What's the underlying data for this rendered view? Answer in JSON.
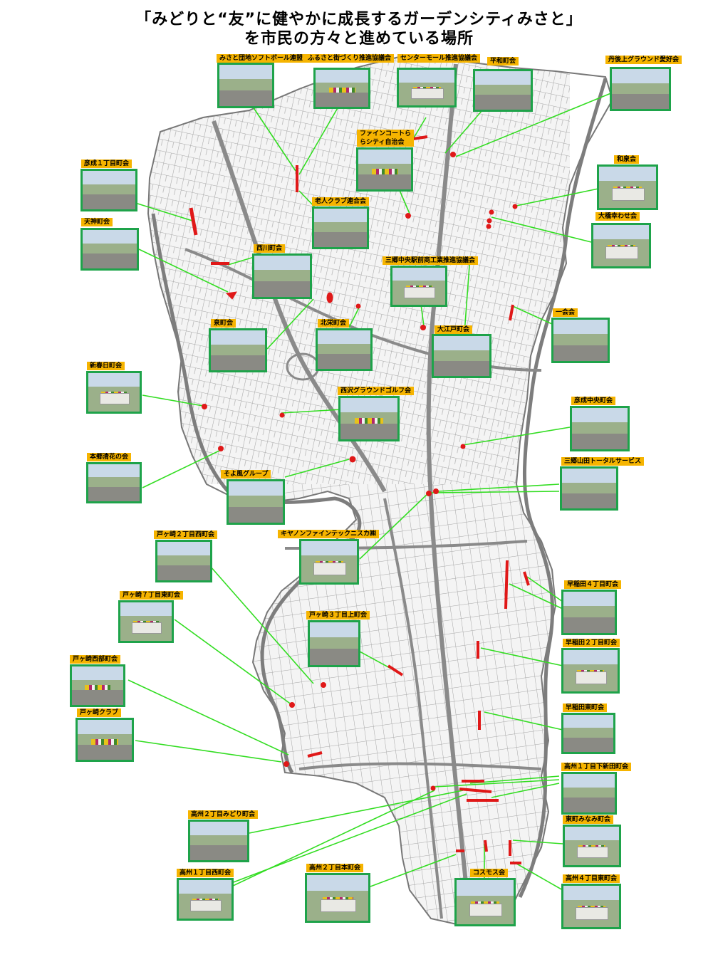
{
  "title": {
    "line1": "「みどりと“友”に健やかに成長するガーデンシティみさと」",
    "line2": "を市民の方々と進めている場所"
  },
  "colors": {
    "label_bg": "#f6b400",
    "photo_border": "#1ea34a",
    "leader_line": "#33dd22",
    "marker": "#e01818",
    "road": "#9a9a9a"
  },
  "sites": [
    {
      "id": "misato-danchi-softball",
      "label": "みさと団地ソフトボール連盟"
    },
    {
      "id": "furusato-machizukuri",
      "label": "ふるさと街づくり推進協議会"
    },
    {
      "id": "center-mall",
      "label": "センターモール推進協議会"
    },
    {
      "id": "heiwa",
      "label": "平和町会"
    },
    {
      "id": "tanbaue-ground",
      "label": "丹後上グラウンド愛好会"
    },
    {
      "id": "fine-court",
      "label": "ファインコートららシティ自治会"
    },
    {
      "id": "nishiaraya-1",
      "label": "彦成１丁目町会"
    },
    {
      "id": "wasei",
      "label": "和泉会"
    },
    {
      "id": "rojin-club",
      "label": "老人クラブ連合会"
    },
    {
      "id": "tenjin",
      "label": "天神町会"
    },
    {
      "id": "nishikawa",
      "label": "西川町会"
    },
    {
      "id": "oohashi-awase",
      "label": "大橋幸わせ会"
    },
    {
      "id": "sango-shougyou",
      "label": "三郷中央駅前商工業推進協議会"
    },
    {
      "id": "ichi",
      "label": "一会会"
    },
    {
      "id": "sen",
      "label": "泉町会"
    },
    {
      "id": "hokuei",
      "label": "北栄町会"
    },
    {
      "id": "ooe",
      "label": "大江戸町会"
    },
    {
      "id": "sinkasuga",
      "label": "新春日町会"
    },
    {
      "id": "nishizawa-golf",
      "label": "西沢グラウンドゴルフ会"
    },
    {
      "id": "hikonari-chuou",
      "label": "彦成中央町会"
    },
    {
      "id": "honmachi-kiyoshi",
      "label": "本郷清花の会"
    },
    {
      "id": "misato-total",
      "label": "三郷山田トータルサービス"
    },
    {
      "id": "soyokaze",
      "label": "そよ風グループ"
    },
    {
      "id": "canon",
      "label": "キヤノンファインテックニスカ㈱"
    },
    {
      "id": "togasaki-2-nishi",
      "label": "戸ヶ崎２丁目西町会"
    },
    {
      "id": "hayashi-4",
      "label": "早稲田４丁目町会"
    },
    {
      "id": "togasaki-7",
      "label": "戸ヶ崎７丁目東町会"
    },
    {
      "id": "togasaki-3",
      "label": "戸ヶ崎３丁目上町会"
    },
    {
      "id": "hayashi-2",
      "label": "早稲田２丁目町会"
    },
    {
      "id": "togasaki-nishi",
      "label": "戸ヶ崎西部町会"
    },
    {
      "id": "waseda-tou",
      "label": "早稲田東町会"
    },
    {
      "id": "togasaki-club",
      "label": "戸ヶ崎クラブ"
    },
    {
      "id": "takasu-1-shimo",
      "label": "高州１丁目下新田町会"
    },
    {
      "id": "takasu-2-midori",
      "label": "高州２丁目みどり町会"
    },
    {
      "id": "higashimachi",
      "label": "東町みなみ町会"
    },
    {
      "id": "takasu-1-nishi",
      "label": "高州１丁目西町会"
    },
    {
      "id": "takasu-2-hon",
      "label": "高州２丁目本町会"
    },
    {
      "id": "cosmos",
      "label": "コスモス会"
    },
    {
      "id": "takasu-4-higashi",
      "label": "高州４丁目東町会"
    }
  ]
}
